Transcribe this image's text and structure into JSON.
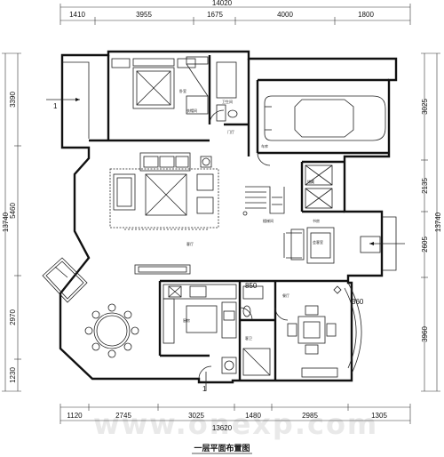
{
  "watermark": "www.onexp.com",
  "title": "一层平面布置图",
  "dimensions": {
    "top_total": "14020",
    "top": [
      "1410",
      "3955",
      "1675",
      "4000",
      "1800"
    ],
    "left_total": "13740",
    "left": [
      "3390",
      "5460",
      "2970",
      "1230"
    ],
    "right_total": "13740",
    "right": [
      "3025",
      "2135",
      "2605",
      "3960"
    ],
    "bottom_total": "13620",
    "bottom": [
      "1120",
      "2745",
      "3025",
      "1480",
      "2985",
      "1305"
    ],
    "misc": [
      "850",
      "360"
    ]
  },
  "rooms": {
    "bedroom": "卧室",
    "bathroom": "卫生间",
    "cloakroom": "衣帽间",
    "garage": "车库",
    "entry": "门厅",
    "living": "客厅",
    "storage": "储藏",
    "stair": "楼梯间",
    "kitchen": "厨房",
    "guest_wc": "客卫",
    "dining": "餐厅",
    "lounge": "会客室",
    "study": "书房"
  },
  "markers": {
    "entrance_a": "1",
    "entrance_b": "1"
  }
}
